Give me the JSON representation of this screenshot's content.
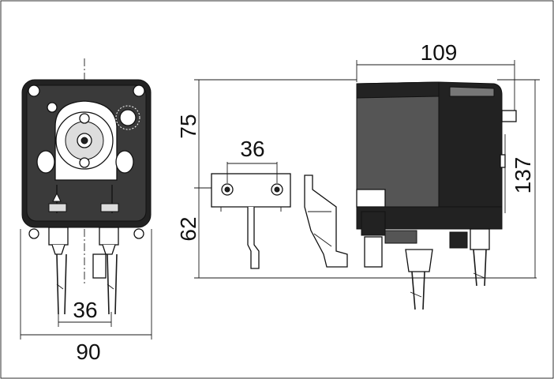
{
  "dimensions": {
    "front_width": "90",
    "tube_spacing_front": "36",
    "side_depth": "109",
    "side_height": "137",
    "bracket_upper": "75",
    "bracket_lower": "62",
    "bracket_hole_spacing": "36"
  },
  "colors": {
    "line": "#1a1a1a",
    "body_dark": "#222222",
    "body_mid": "#555555",
    "background": "#ffffff"
  }
}
